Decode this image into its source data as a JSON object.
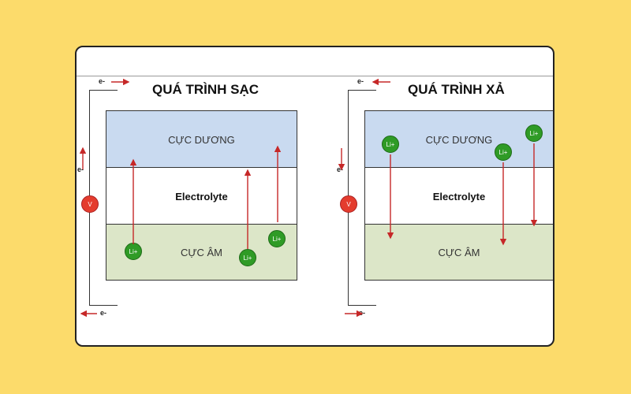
{
  "charge": {
    "title": "QUÁ TRÌNH SẠC",
    "positive_label": "CỰC DƯƠNG",
    "electrolyte_label": "Electrolyte",
    "negative_label": "CỰC ÂM",
    "ion_label": "Li+",
    "electron_label": "e-",
    "voltmeter_label": "V"
  },
  "discharge": {
    "title": "QUÁ TRÌNH XẢ",
    "positive_label": "CỰC DƯƠNG",
    "electrolyte_label": "Electrolyte",
    "negative_label": "CỰC ÂM",
    "ion_label": "Li+",
    "electron_label": "e-",
    "voltmeter_label": "V"
  },
  "colors": {
    "background": "#fcdb6b",
    "positive_layer": "#c9daf0",
    "negative_layer": "#dce6c8",
    "ion": "#2f9b26",
    "arrow": "#c62828",
    "voltmeter": "#e43c2e"
  }
}
